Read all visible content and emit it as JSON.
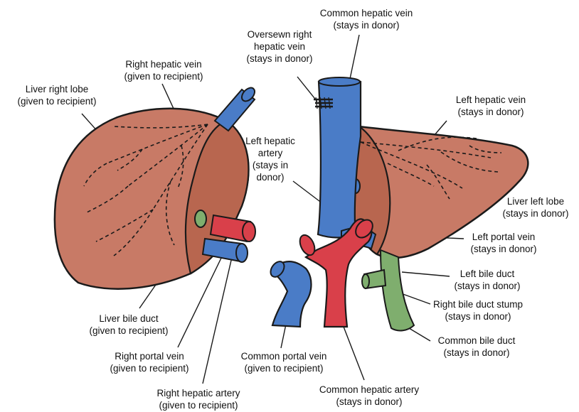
{
  "labels": {
    "liver_right_lobe": [
      "Liver right lobe",
      "(given to recipient)"
    ],
    "right_hepatic_vein": [
      "Right hepatic vein",
      "(given to recipient)"
    ],
    "oversewn_right_hepatic_vein": [
      "Oversewn right",
      "hepatic vein",
      "(stays in donor)"
    ],
    "common_hepatic_vein": [
      "Common hepatic vein",
      "(stays in donor)"
    ],
    "left_hepatic_vein": [
      "Left hepatic vein",
      "(stays in donor)"
    ],
    "left_hepatic_artery": [
      "Left hepatic",
      "artery",
      "(stays in",
      "donor)"
    ],
    "liver_left_lobe": [
      "Liver left lobe",
      "(stays in donor)"
    ],
    "left_portal_vein": [
      "Left portal vein",
      "(stays in donor)"
    ],
    "left_bile_duct": [
      "Left bile duct",
      "(stays in donor)"
    ],
    "right_bile_duct_stump": [
      "Right bile duct stump",
      "(stays in donor)"
    ],
    "common_bile_duct": [
      "Common bile duct",
      "(stays in donor)"
    ],
    "liver_bile_duct": [
      "Liver bile duct",
      "(given to recipient)"
    ],
    "right_portal_vein": [
      "Right portal vein",
      "(given to recipient)"
    ],
    "common_portal_vein": [
      "Common portal vein",
      "(given to recipient)"
    ],
    "right_hepatic_artery": [
      "Right hepatic artery",
      "(given to recipient)"
    ],
    "common_hepatic_artery": [
      "Common hepatic artery",
      "(stays in donor)"
    ]
  },
  "colors": {
    "liver": "#c87a66",
    "liver_shadow": "#b8664f",
    "vein": "#4a7cc7",
    "artery": "#d9404a",
    "bile_duct": "#7fae6e",
    "outline": "#1a1a1a"
  }
}
